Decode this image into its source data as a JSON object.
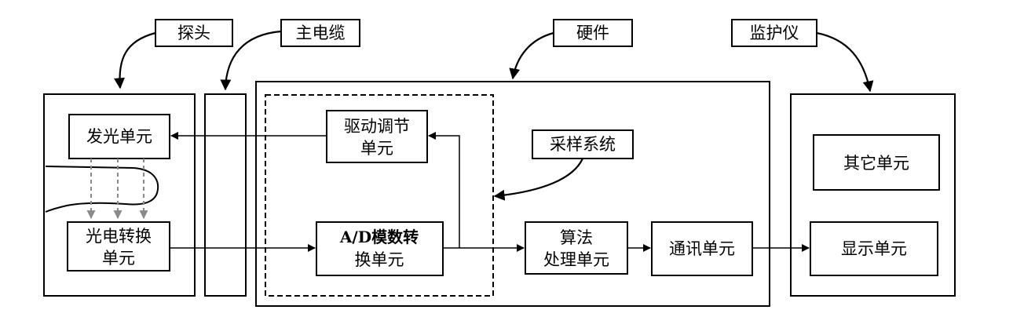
{
  "callouts": {
    "probe": "探头",
    "main_cable": "主电缆",
    "hardware": "硬件",
    "monitor": "监护仪",
    "sampling_system": "采样系统"
  },
  "blocks": {
    "light_emit": "发光单元",
    "photo_convert_line1": "光电转换",
    "photo_convert_line2": "单元",
    "drive_adjust_line1": "驱动调节",
    "drive_adjust_line2": "单元",
    "ad_convert_line1": "A/D模数转",
    "ad_convert_line2": "换单元",
    "algorithm_line1": "算法",
    "algorithm_line2": "处理单元",
    "comm_unit": "通讯单元",
    "other_unit": "其它单元",
    "display_unit": "显示单元"
  }
}
